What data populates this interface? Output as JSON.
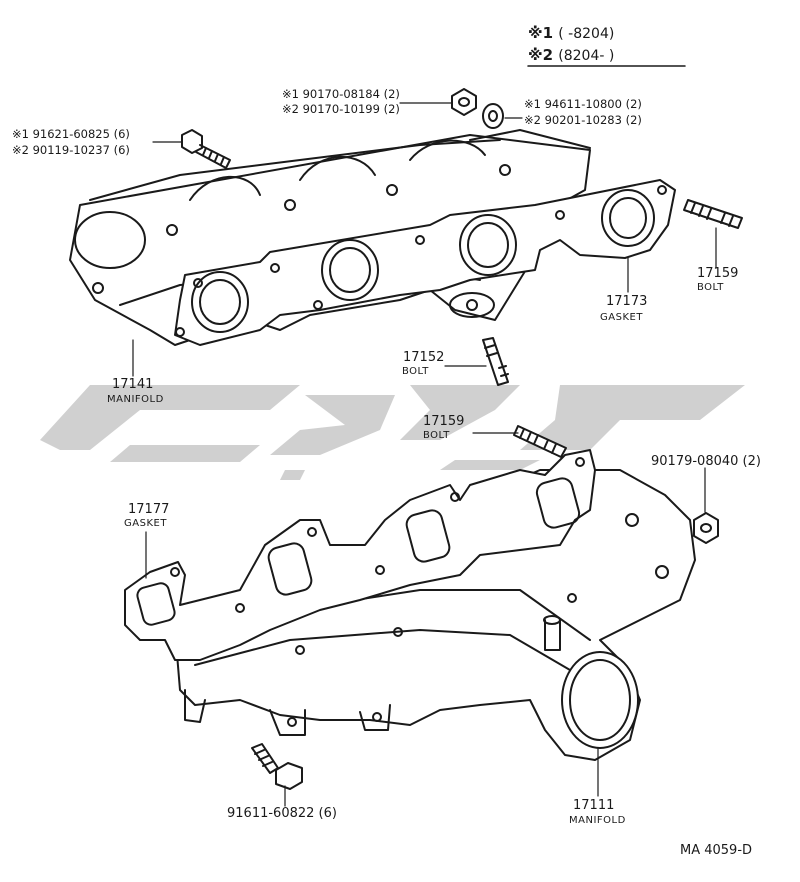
{
  "legend": {
    "line1_mark": "※1",
    "line1_range": "(        -8204)",
    "line2_mark": "※2",
    "line2_range": "(8204-        )"
  },
  "parts": {
    "nut_upper_1": "※1 90170-08184 (2)",
    "nut_upper_2": "※2 90170-10199 (2)",
    "washer_1": "※1 94611-10800 (2)",
    "washer_2": "※2 90201-10283 (2)",
    "bolt_upper_1": "※1 91621-60825 (6)",
    "bolt_upper_2": "※2 90119-10237 (6)",
    "stud_right_number": "17159",
    "stud_right_name": "BOLT",
    "gasket_exhaust_number": "17173",
    "gasket_exhaust_name": "GASKET",
    "manifold_exhaust_number": "17141",
    "manifold_exhaust_name": "MANIFOLD",
    "stud_middle_number": "17152",
    "stud_middle_name": "BOLT",
    "stud_lower_number": "17159",
    "stud_lower_name": "BOLT",
    "nut_lower": "90179-08040 (2)",
    "gasket_intake_number": "17177",
    "gasket_intake_name": "GASKET",
    "bolt_lower": "91611-60822 (6)",
    "manifold_intake_number": "17111",
    "manifold_intake_name": "MANIFOLD",
    "diagram_code": "MA  4059-D"
  },
  "colors": {
    "ink": "#1a1a1a",
    "watermark": "#d0d0d0"
  }
}
